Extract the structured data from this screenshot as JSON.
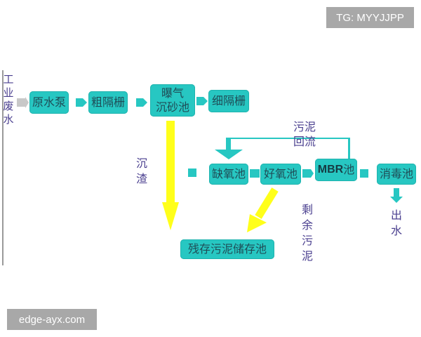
{
  "watermarks": {
    "top_right": "TG: MYYJJPP",
    "bottom_left": "edge-ayx.com"
  },
  "colors": {
    "process_box": "#27c7c2",
    "box_text": "#1f4d57",
    "label_text": "#4a3f8f",
    "sludge_arrow": "#ffff1a",
    "input_arrow": "#c8c8c8",
    "watermark_bg": "#a8a8a8"
  },
  "diagram": {
    "input_label": "工业废水",
    "boxes": {
      "raw_pump": "原水泵",
      "coarse_screen": "粗隔栅",
      "aerated_grit_line1": "曝气",
      "aerated_grit_line2": "沉砂池",
      "fine_screen": "细隔栅",
      "anoxic_tank": "缺氧池",
      "aerobic_tank": "好氧池",
      "mbr_latin": "MBR",
      "mbr_suffix": "池",
      "disinfection_tank": "消毒池",
      "sludge_storage": "残存污泥储存池"
    },
    "labels": {
      "sediment": "沉渣",
      "sludge_return_line1": "污泥",
      "sludge_return_line2": "回流",
      "excess_sludge": "剩余污泥",
      "effluent": "出水"
    }
  }
}
